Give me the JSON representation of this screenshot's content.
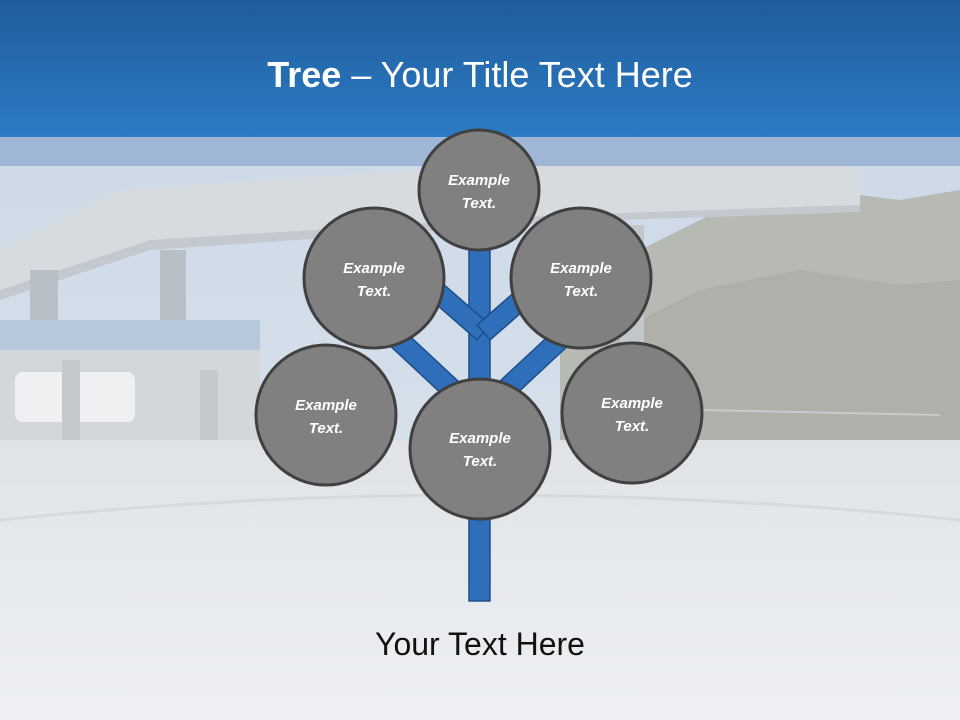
{
  "title": {
    "bold": "Tree",
    "rest": " – Your Title Text Here"
  },
  "nodes": [
    {
      "line1": "Example",
      "line2": "Text."
    },
    {
      "line1": "Example",
      "line2": "Text."
    },
    {
      "line1": "Example",
      "line2": "Text."
    },
    {
      "line1": "Example",
      "line2": "Text."
    },
    {
      "line1": "Example",
      "line2": "Text."
    },
    {
      "line1": "Example",
      "line2": "Text."
    }
  ],
  "caption": "Your Text Here",
  "colors": {
    "header": "#2a74bb",
    "branch": "#2f6fba",
    "node_fill": "#808080",
    "node_stroke": "#404040",
    "text": "#ffffff"
  }
}
